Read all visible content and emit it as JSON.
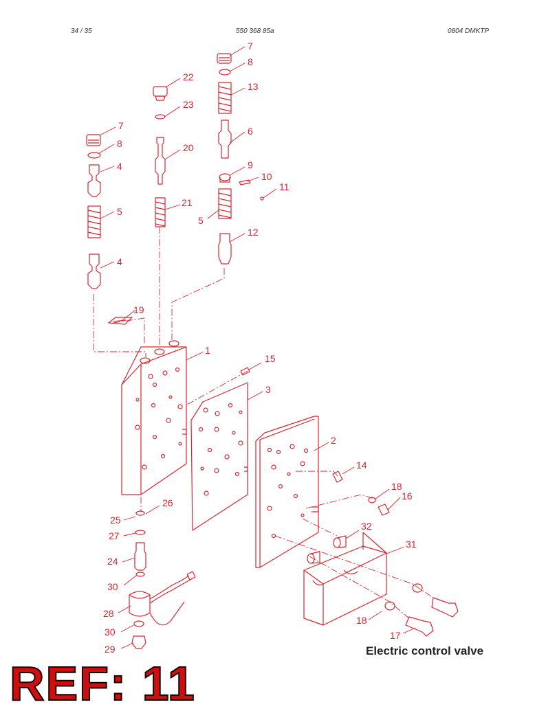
{
  "header": {
    "page": "34 /   35",
    "doc_number": "550 368 85a",
    "code": "0804 DMKTP"
  },
  "caption": "Electric control valve",
  "ref_label": "REF: 11",
  "colors": {
    "line": "#d8262f",
    "ref_fill": "#cc0f0f"
  },
  "callouts": {
    "c1": "1",
    "c2": "2",
    "c3": "3",
    "c4a": "4",
    "c4b": "4",
    "c5a": "5",
    "c5b": "5",
    "c6": "6",
    "c7a": "7",
    "c7b": "7",
    "c8a": "8",
    "c8b": "8",
    "c9": "9",
    "c10": "10",
    "c11": "11",
    "c12": "12",
    "c13": "13",
    "c14": "14",
    "c15": "15",
    "c16": "16",
    "c17": "17",
    "c18a": "18",
    "c18b": "18",
    "c19": "19",
    "c20": "20",
    "c21": "21",
    "c22": "22",
    "c23": "23",
    "c24": "24",
    "c25": "25",
    "c26": "26",
    "c27": "27",
    "c28": "28",
    "c29": "29",
    "c30a": "30",
    "c30b": "30",
    "c31": "31",
    "c32": "32"
  }
}
